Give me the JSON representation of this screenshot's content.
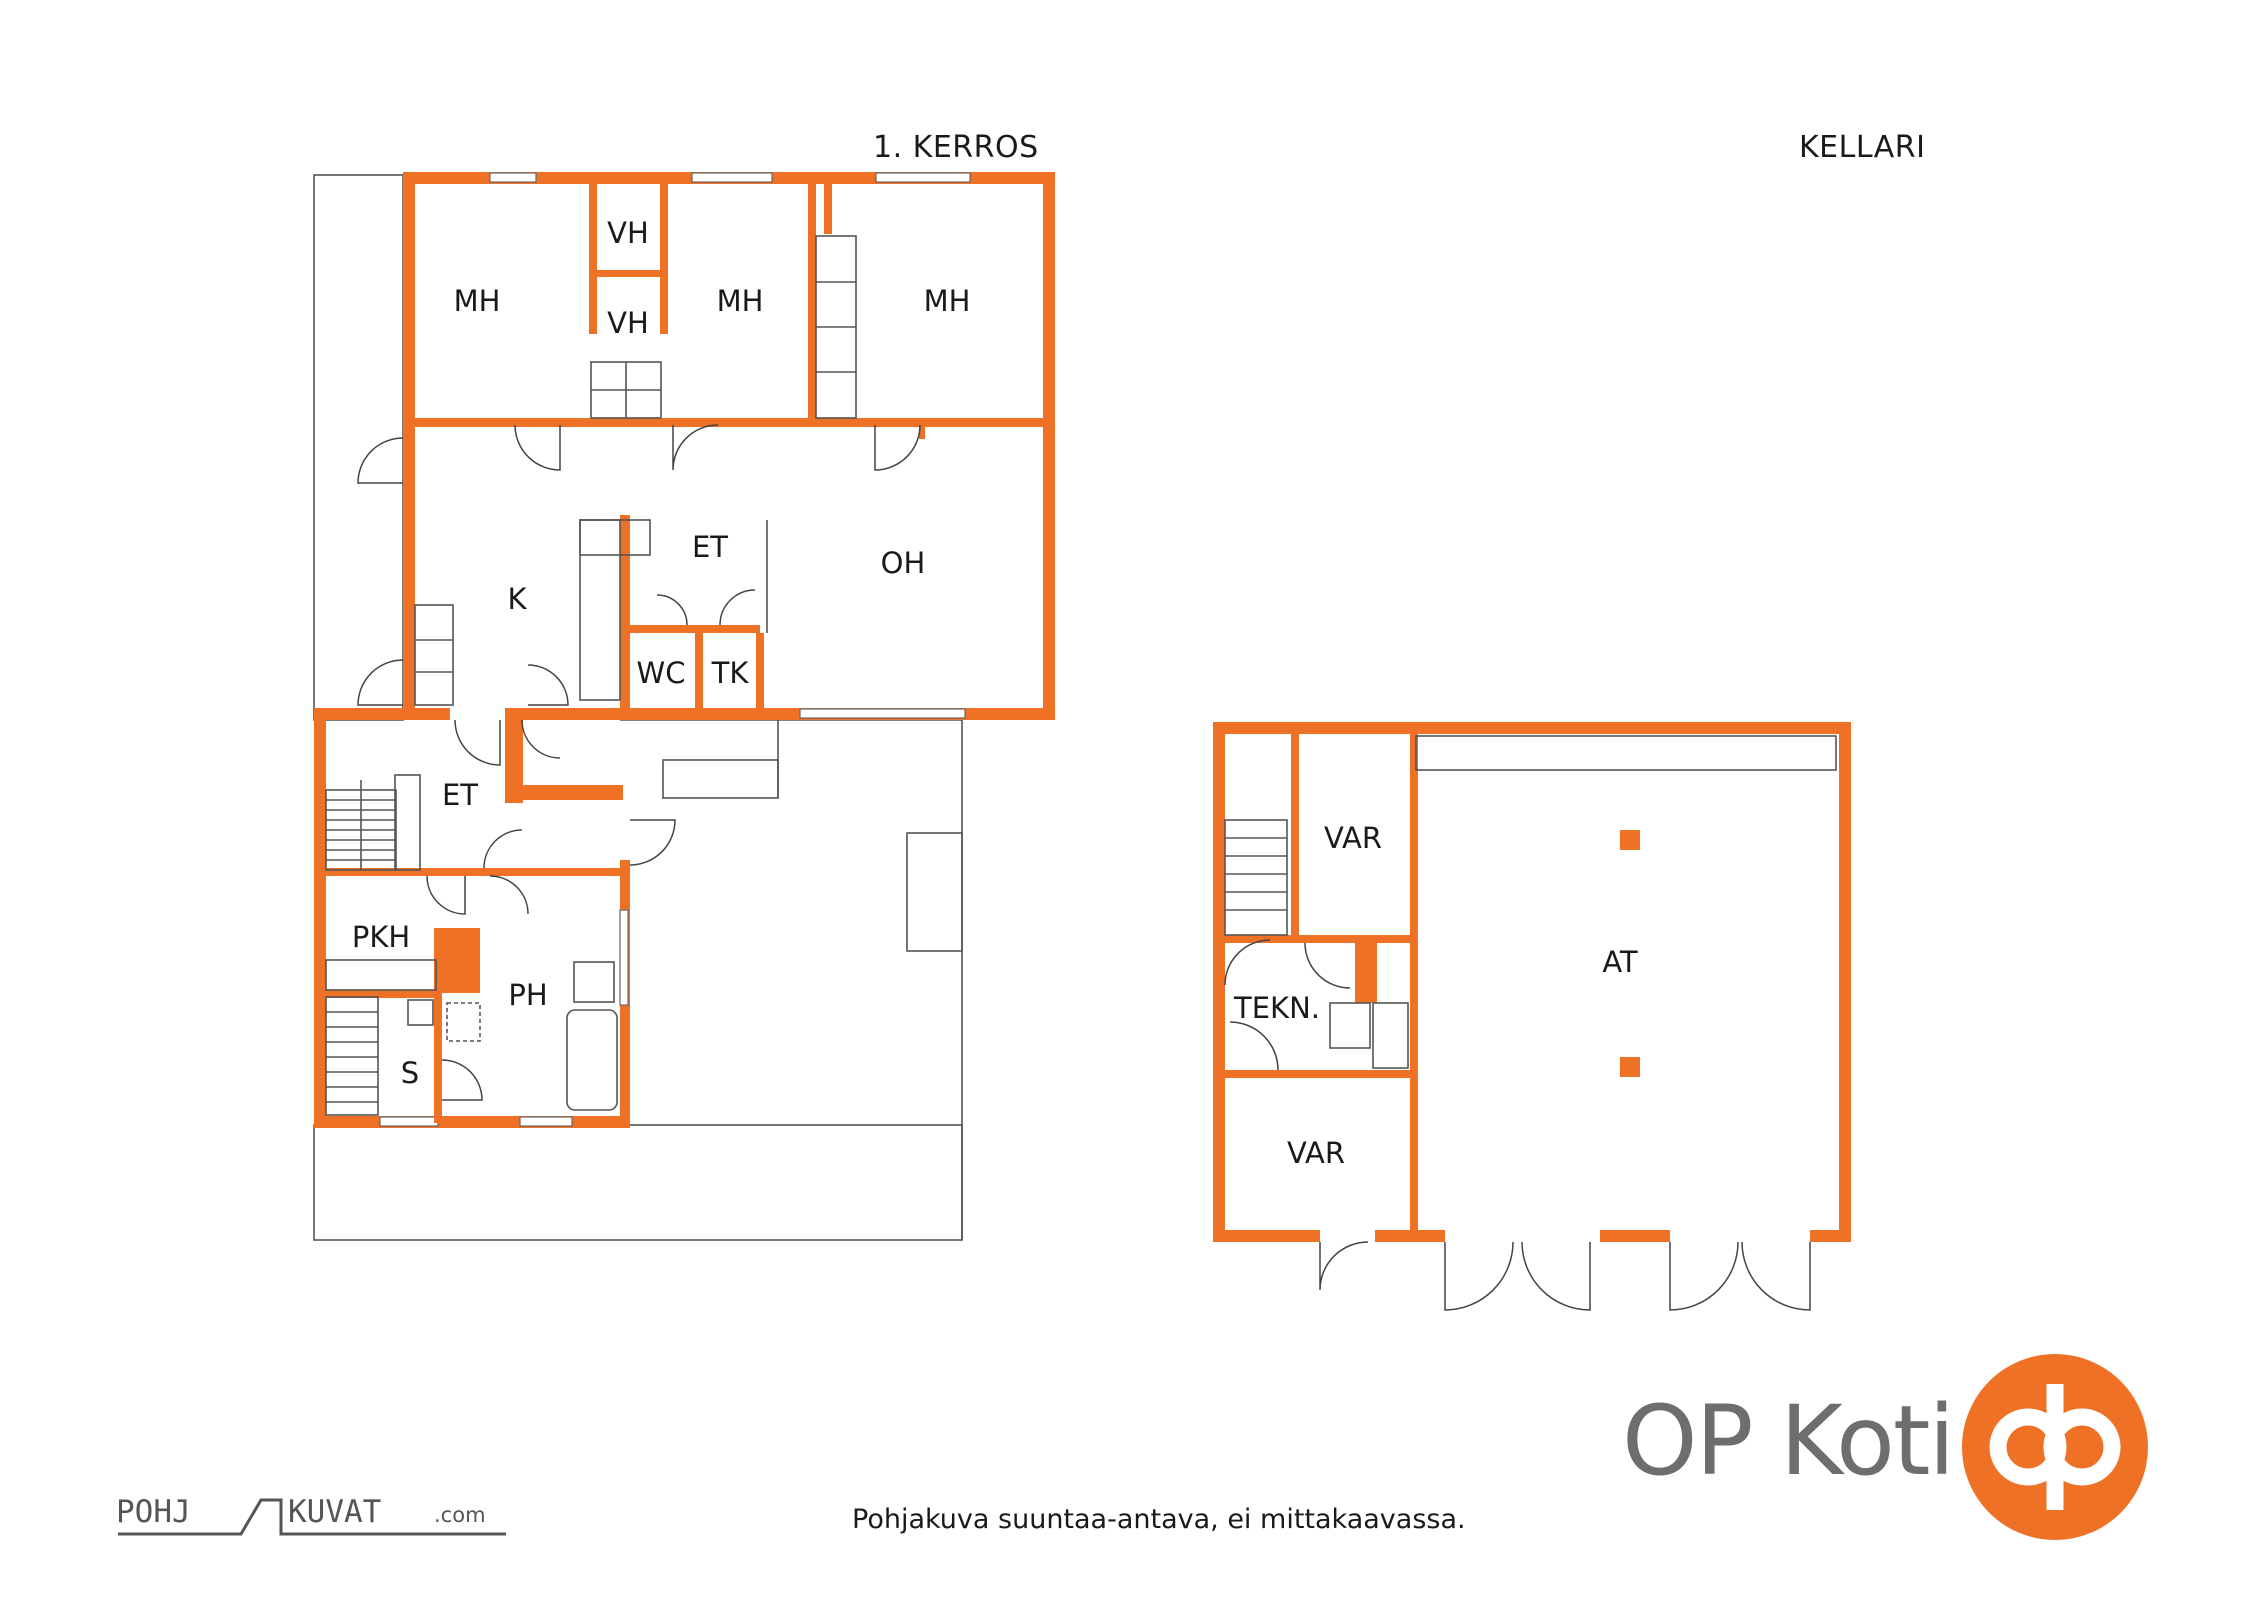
{
  "floors": {
    "first": {
      "title": "1. KERROS",
      "rooms": [
        "MH",
        "VH",
        "VH",
        "MH",
        "MH",
        "ET",
        "OH",
        "K",
        "WC",
        "TK",
        "ET",
        "PKH",
        "PH",
        "S"
      ]
    },
    "basement": {
      "title": "KELLARI",
      "rooms": [
        "VAR",
        "AT",
        "TEKN.",
        "VAR"
      ]
    }
  },
  "footer": {
    "disclaimer": "Pohjakuva suuntaa-antava, ei mittakaavassa.",
    "brand": "OP Koti",
    "pohjakuvat_left": "POHJ",
    "pohjakuvat_right": "KUVAT",
    "pohjakuvat_suffix": ".com"
  },
  "colors": {
    "wall": "#ef7126",
    "brand_gray": "#6d6e70"
  }
}
